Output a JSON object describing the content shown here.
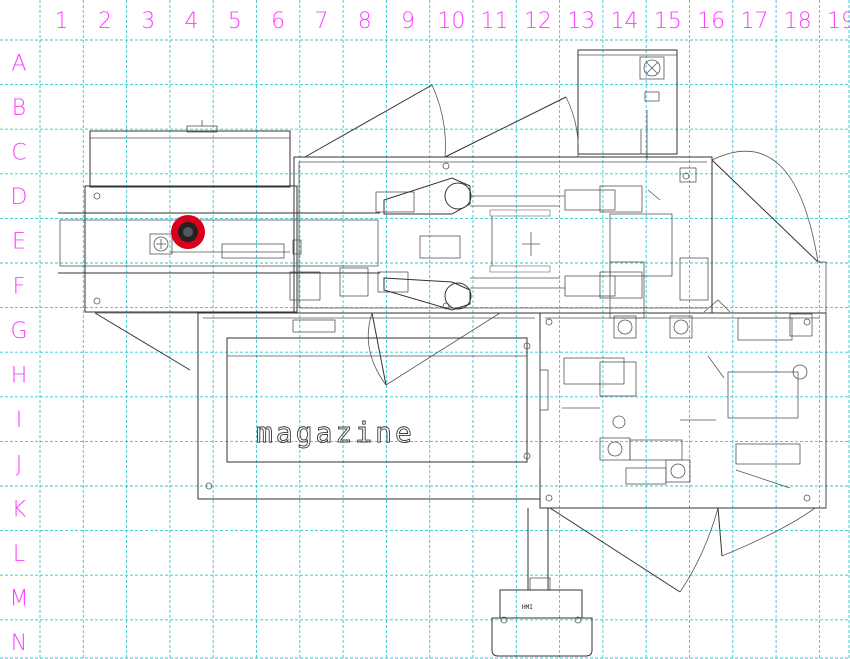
{
  "grid": {
    "columns": [
      "1",
      "2",
      "3",
      "4",
      "5",
      "6",
      "7",
      "8",
      "9",
      "10",
      "11",
      "12",
      "13",
      "14",
      "15",
      "16",
      "17",
      "18",
      "19"
    ],
    "rows": [
      "A",
      "B",
      "C",
      "D",
      "E",
      "F",
      "G",
      "H",
      "I",
      "J",
      "K",
      "L",
      "M",
      "N"
    ],
    "line_color": "#2ec9d2",
    "label_color": "#ff3cff"
  },
  "drawing": {
    "magazine_label": "magazine",
    "hmi_label": "HMI",
    "marker_color": "#d9001b"
  }
}
